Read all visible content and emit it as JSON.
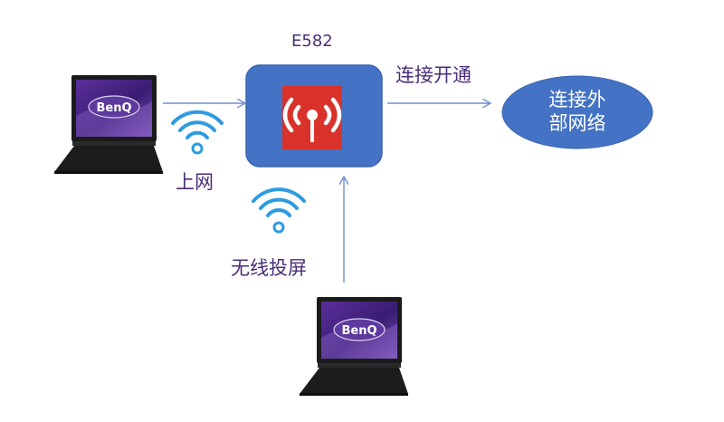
{
  "device": {
    "model": "E582"
  },
  "labels": {
    "connect_open": "连接开通",
    "internet": "上网",
    "wireless_cast": "无线投屏"
  },
  "external_network": {
    "line1": "连接外",
    "line2": "部网络"
  },
  "laptops": [
    {
      "brand": "BenQ"
    },
    {
      "brand": "BenQ"
    }
  ],
  "colors": {
    "device_box": "#4472c4",
    "ellipse": "#4472c4",
    "wifi_badge": "#d9322a",
    "wifi_waves": "#2e9be0",
    "arrow": "#6f8fcc",
    "label_text": "#4a2e78",
    "screen": "#3d1f7a"
  },
  "icons": [
    "laptop-icon",
    "wifi-icon",
    "wireless-router-icon",
    "arrow-icon"
  ]
}
